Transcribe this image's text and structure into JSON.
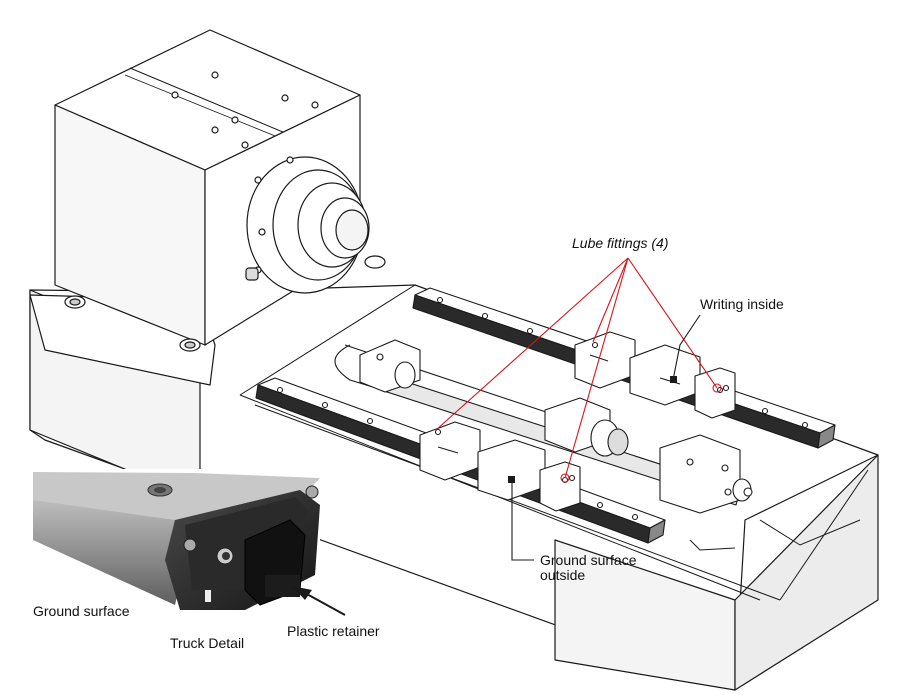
{
  "labels": {
    "lube_fittings": "Lube fittings (4)",
    "writing_inside": "Writing inside",
    "ground_surface_outside_line1": "Ground surface",
    "ground_surface_outside_line2": "outside",
    "ground_surface": "Ground surface",
    "truck_detail": "Truck Detail",
    "plastic_retainer": "Plastic retainer"
  },
  "colors": {
    "leader_red": "#d9141b",
    "line_dark": "#1a1a1a",
    "background": "#ffffff"
  }
}
